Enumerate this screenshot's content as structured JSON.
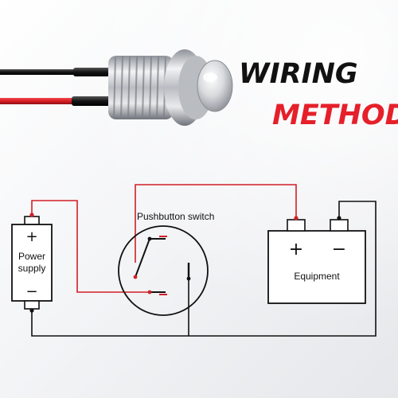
{
  "title": {
    "line1": "WIRING",
    "line2": "METHOD"
  },
  "labels": {
    "power_supply_line1": "Power",
    "power_supply_line2": "supply",
    "switch": "Pushbutton switch",
    "equipment": "Equipment",
    "plus": "+",
    "minus": "−"
  },
  "colors": {
    "title_black": "#111111",
    "title_red": "#e5202a",
    "wire_red": "#d11f27",
    "wire_black": "#111111",
    "wire_red_cable": "#e0222a",
    "metal": "#c9ccd1"
  },
  "icons": [
    "pushbutton-photo",
    "battery-symbol",
    "switch-symbol",
    "equipment-box"
  ]
}
